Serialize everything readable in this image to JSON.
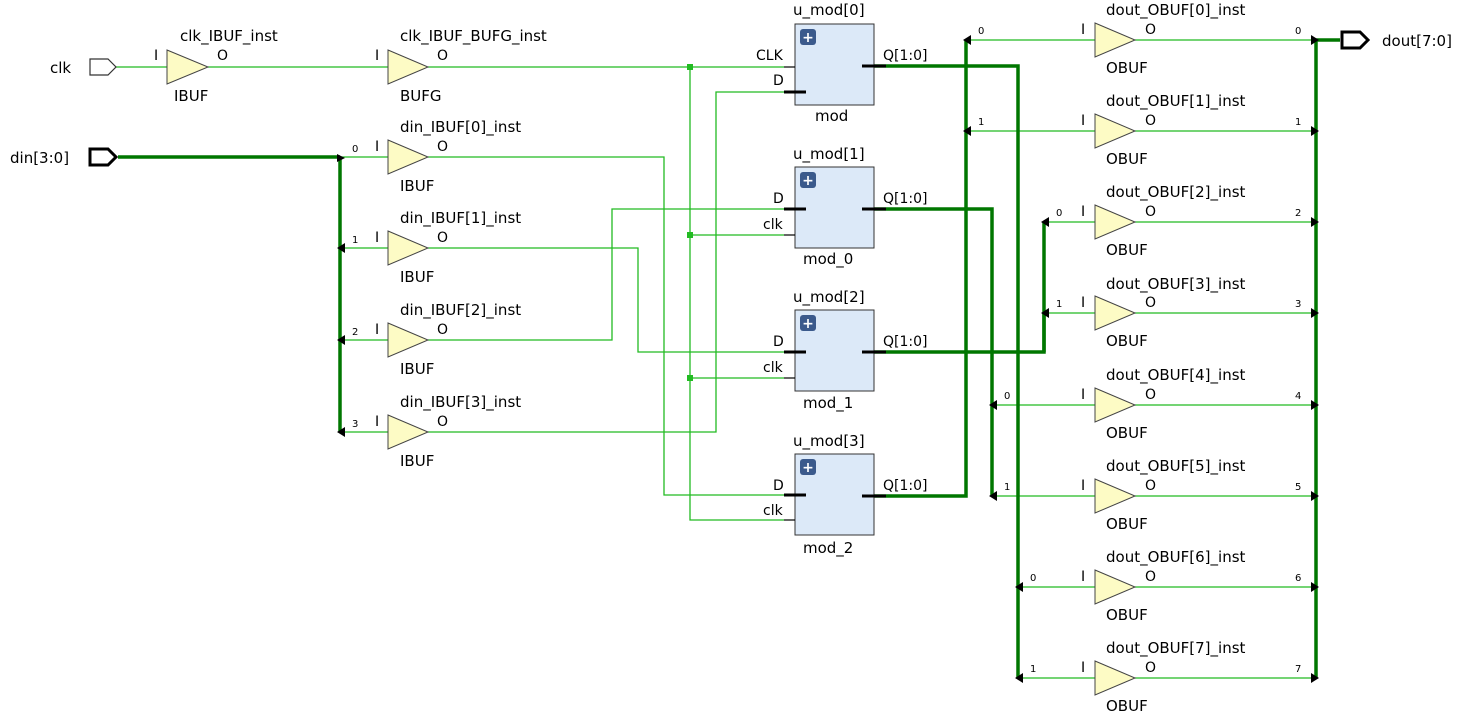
{
  "ports": {
    "clk": "clk",
    "din": "din[3:0]",
    "dout": "dout[7:0]"
  },
  "clk_ibuf": {
    "name": "clk_IBUF_inst",
    "type": "IBUF",
    "in": "I",
    "out": "O"
  },
  "clk_bufg": {
    "name": "clk_IBUF_BUFG_inst",
    "type": "BUFG",
    "in": "I",
    "out": "O"
  },
  "din_bufs": [
    {
      "name": "din_IBUF[0]_inst",
      "type": "IBUF",
      "index": "0",
      "in": "I",
      "out": "O"
    },
    {
      "name": "din_IBUF[1]_inst",
      "type": "IBUF",
      "index": "1",
      "in": "I",
      "out": "O"
    },
    {
      "name": "din_IBUF[2]_inst",
      "type": "IBUF",
      "index": "2",
      "in": "I",
      "out": "O"
    },
    {
      "name": "din_IBUF[3]_inst",
      "type": "IBUF",
      "index": "3",
      "in": "I",
      "out": "O"
    }
  ],
  "modules": [
    {
      "name": "u_mod[0]",
      "type": "mod",
      "pin1": "CLK",
      "pin2": "D",
      "out": "Q[1:0]",
      "expand": "+"
    },
    {
      "name": "u_mod[1]",
      "type": "mod_0",
      "pin1": "D",
      "pin2": "clk",
      "out": "Q[1:0]",
      "expand": "+"
    },
    {
      "name": "u_mod[2]",
      "type": "mod_1",
      "pin1": "D",
      "pin2": "clk",
      "out": "Q[1:0]",
      "expand": "+"
    },
    {
      "name": "u_mod[3]",
      "type": "mod_2",
      "pin1": "D",
      "pin2": "clk",
      "out": "Q[1:0]",
      "expand": "+"
    }
  ],
  "dout_bufs": [
    {
      "name": "dout_OBUF[0]_inst",
      "type": "OBUF",
      "sub": "0",
      "bit": "0",
      "in": "I",
      "out": "O"
    },
    {
      "name": "dout_OBUF[1]_inst",
      "type": "OBUF",
      "sub": "1",
      "bit": "1",
      "in": "I",
      "out": "O"
    },
    {
      "name": "dout_OBUF[2]_inst",
      "type": "OBUF",
      "sub": "0",
      "bit": "2",
      "in": "I",
      "out": "O"
    },
    {
      "name": "dout_OBUF[3]_inst",
      "type": "OBUF",
      "sub": "1",
      "bit": "3",
      "in": "I",
      "out": "O"
    },
    {
      "name": "dout_OBUF[4]_inst",
      "type": "OBUF",
      "sub": "0",
      "bit": "4",
      "in": "I",
      "out": "O"
    },
    {
      "name": "dout_OBUF[5]_inst",
      "type": "OBUF",
      "sub": "1",
      "bit": "5",
      "in": "I",
      "out": "O"
    },
    {
      "name": "dout_OBUF[6]_inst",
      "type": "OBUF",
      "sub": "0",
      "bit": "6",
      "in": "I",
      "out": "O"
    },
    {
      "name": "dout_OBUF[7]_inst",
      "type": "OBUF",
      "sub": "1",
      "bit": "7",
      "in": "I",
      "out": "O"
    }
  ],
  "colors": {
    "wire": "#22bb22",
    "bus": "#007700",
    "buffer_fill": "#fdfbc5",
    "module_fill": "#dce9f8",
    "expand_button": "#3b5a8c"
  }
}
